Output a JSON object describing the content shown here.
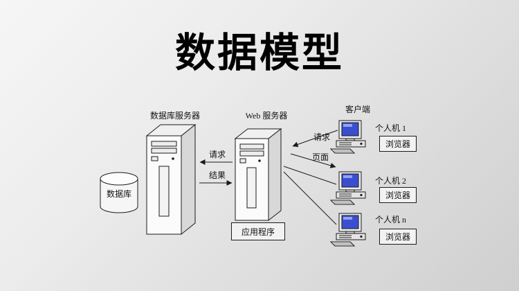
{
  "title": "数据模型",
  "labels": {
    "db_server": "数据库服务器",
    "web_server": "Web 服务器",
    "client_section": "客户端",
    "database": "数据库",
    "application": "应用程序",
    "request_db": "请求",
    "result": "结果",
    "request_client": "请求",
    "page": "页面"
  },
  "clients": [
    {
      "name": "个人机 1",
      "browser": "浏览器"
    },
    {
      "name": "个人机 2",
      "browser": "浏览器"
    },
    {
      "name": "个人机 n",
      "browser": "浏览器"
    }
  ],
  "colors": {
    "line": "#1a1a1a",
    "screen_blue": "#3a4fd0",
    "background_start": "#f6f6f6",
    "background_end": "#cfcfcf"
  }
}
